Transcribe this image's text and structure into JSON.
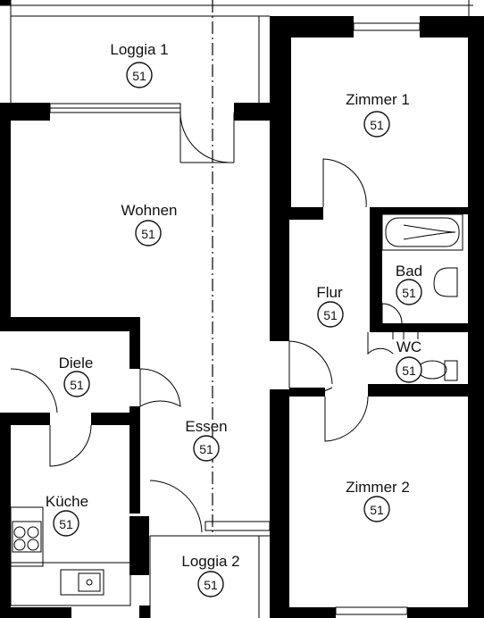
{
  "rooms": {
    "loggia1": {
      "name": "Loggia 1",
      "number": "51"
    },
    "zimmer1": {
      "name": "Zimmer 1",
      "number": "51"
    },
    "wohnen": {
      "name": "Wohnen",
      "number": "51"
    },
    "bad": {
      "name": "Bad",
      "number": "51"
    },
    "flur": {
      "name": "Flur",
      "number": "51"
    },
    "diele": {
      "name": "Diele",
      "number": "51"
    },
    "wc": {
      "name": "WC",
      "number": "51"
    },
    "essen": {
      "name": "Essen",
      "number": "51"
    },
    "kueche": {
      "name": "Küche",
      "number": "51"
    },
    "zimmer2": {
      "name": "Zimmer 2",
      "number": "51"
    },
    "loggia2": {
      "name": "Loggia 2",
      "number": "51"
    }
  },
  "colors": {
    "wall": "#000000",
    "background": "#ffffff"
  }
}
